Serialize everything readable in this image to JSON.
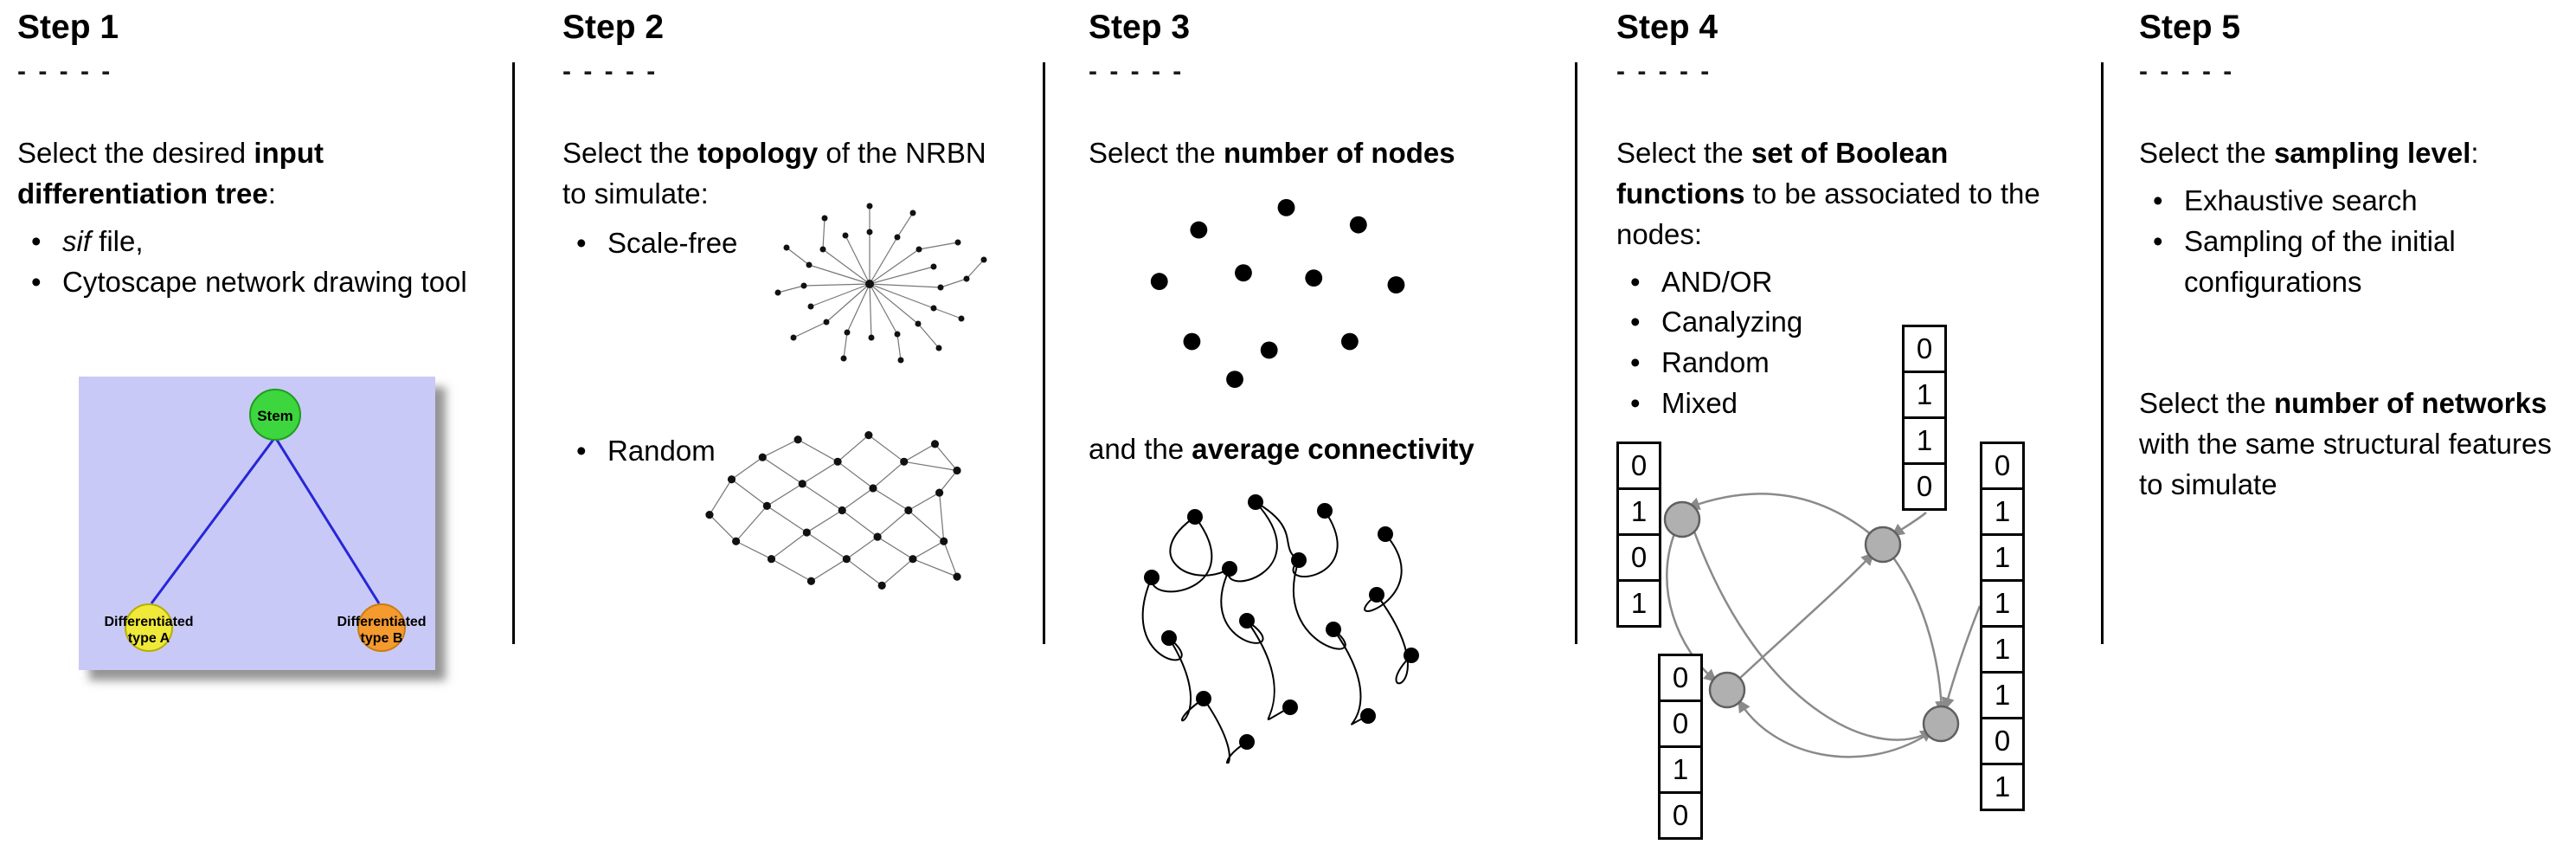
{
  "steps": [
    {
      "title": "Step 1",
      "dashes": "- - - - -",
      "intro": {
        "pre": "Select the desired ",
        "bold": "input differentiation tree",
        "post": ":"
      },
      "bullets": [
        {
          "italic": "sif",
          "text": " file,"
        },
        {
          "text": "Cytoscape network drawing tool"
        }
      ],
      "tree": {
        "root": "Stem",
        "left_label_line1": "Differentiated",
        "left_label_line2": "type A",
        "right_label_line1": "Differentiated",
        "right_label_line2": "type B",
        "colors": {
          "background": "#c9c9f7",
          "root": "#3ed63e",
          "left": "#efe93a",
          "right": "#f49a2f",
          "edge": "#2626d8"
        }
      }
    },
    {
      "title": "Step 2",
      "dashes": "- - - - -",
      "intro": {
        "pre": "Select the ",
        "bold": "topology",
        "post": " of the NRBN to simulate:"
      },
      "bullets": [
        {
          "text": "Scale-free"
        },
        {
          "text": "Random"
        }
      ]
    },
    {
      "title": "Step 3",
      "dashes": "- - - - -",
      "intro": {
        "pre": "Select the ",
        "bold": "number of nodes",
        "post": ""
      },
      "intro2": {
        "pre": "and the ",
        "bold": "average connectivity",
        "post": ""
      }
    },
    {
      "title": "Step 4",
      "dashes": "- - - - -",
      "intro": {
        "pre": "Select the ",
        "bold": "set of Boolean functions",
        "post": " to be associated to the nodes:"
      },
      "bullets": [
        {
          "text": "AND/OR"
        },
        {
          "text": "Canalyzing"
        },
        {
          "text": "Random"
        },
        {
          "text": "Mixed"
        }
      ],
      "tables": {
        "left": [
          "0",
          "1",
          "0",
          "1"
        ],
        "top": [
          "0",
          "1",
          "1",
          "0"
        ],
        "right": [
          "0",
          "1",
          "1",
          "1",
          "1",
          "1",
          "0",
          "1"
        ],
        "bottom": [
          "0",
          "0",
          "1",
          "0"
        ]
      }
    },
    {
      "title": "Step 5",
      "dashes": "- - - - -",
      "intro": {
        "pre": "Select the ",
        "bold": "sampling level",
        "post": ":"
      },
      "bullets": [
        {
          "text": "Exhaustive search"
        },
        {
          "text": "Sampling of the initial configurations"
        }
      ],
      "para2": {
        "pre": "Select the ",
        "bold": "number of networks",
        "post": " with the same structural features to simulate"
      }
    }
  ]
}
